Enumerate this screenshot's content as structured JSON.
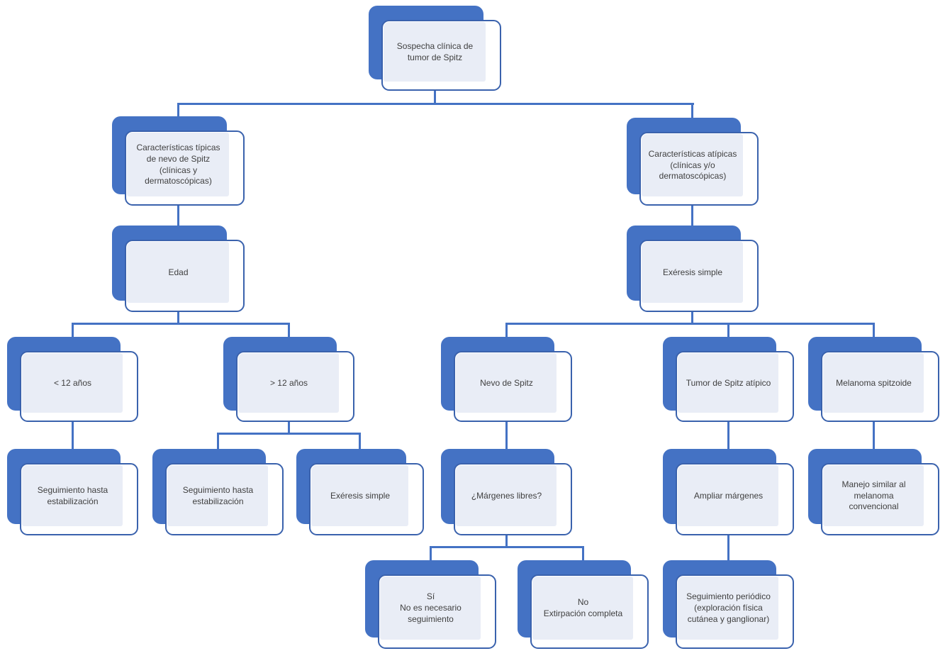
{
  "diagram": {
    "type": "flowchart",
    "language": "es",
    "colors": {
      "node_back": "#4472C4",
      "node_border": "#3A62AD",
      "node_fill": "#E9EDF6",
      "connector": "#4472C4",
      "text": "#3F3F3F",
      "background": "#FFFFFF"
    },
    "nodes": [
      {
        "id": "sospecha",
        "label": "Sospecha clínica de\ntumor de Spitz"
      },
      {
        "id": "tipicas",
        "label": "Características típicas\nde nevo de Spitz\n(clínicas y\ndermatoscópicas)"
      },
      {
        "id": "atipicas",
        "label": "Características atípicas\n(clínicas y/o\ndermatoscópicas)"
      },
      {
        "id": "edad",
        "label": "Edad"
      },
      {
        "id": "exeresis_simple_1",
        "label": "Exéresis simple"
      },
      {
        "id": "menor_12",
        "label": "< 12 años"
      },
      {
        "id": "mayor_12",
        "label": "> 12 años"
      },
      {
        "id": "nevo_spitz",
        "label": "Nevo de Spitz"
      },
      {
        "id": "tumor_spitz_atipico",
        "label": "Tumor de Spitz atípico"
      },
      {
        "id": "melanoma_spitzoide",
        "label": "Melanoma spitzoide"
      },
      {
        "id": "seguimiento_1",
        "label": "Seguimiento hasta\nestabilización"
      },
      {
        "id": "seguimiento_2",
        "label": "Seguimiento hasta\nestabilización"
      },
      {
        "id": "exeresis_simple_2",
        "label": "Exéresis simple"
      },
      {
        "id": "margenes_libres",
        "label": "¿Márgenes libres?"
      },
      {
        "id": "ampliar_margenes",
        "label": "Ampliar márgenes"
      },
      {
        "id": "manejo_melanoma",
        "label": "Manejo similar al\nmelanoma\nconvencional"
      },
      {
        "id": "si",
        "label": "Sí\nNo es necesario\nseguimiento"
      },
      {
        "id": "no",
        "label": "No\nExtirpación completa"
      },
      {
        "id": "seguimiento_periodico",
        "label": "Seguimiento periódico\n(exploración física\ncutánea y ganglionar)"
      }
    ],
    "edges": [
      {
        "from": "sospecha",
        "to": "tipicas"
      },
      {
        "from": "sospecha",
        "to": "atipicas"
      },
      {
        "from": "tipicas",
        "to": "edad"
      },
      {
        "from": "edad",
        "to": "menor_12"
      },
      {
        "from": "edad",
        "to": "mayor_12"
      },
      {
        "from": "menor_12",
        "to": "seguimiento_1"
      },
      {
        "from": "mayor_12",
        "to": "seguimiento_2"
      },
      {
        "from": "mayor_12",
        "to": "exeresis_simple_2"
      },
      {
        "from": "atipicas",
        "to": "exeresis_simple_1"
      },
      {
        "from": "exeresis_simple_1",
        "to": "nevo_spitz"
      },
      {
        "from": "exeresis_simple_1",
        "to": "tumor_spitz_atipico"
      },
      {
        "from": "exeresis_simple_1",
        "to": "melanoma_spitzoide"
      },
      {
        "from": "nevo_spitz",
        "to": "margenes_libres"
      },
      {
        "from": "margenes_libres",
        "to": "si"
      },
      {
        "from": "margenes_libres",
        "to": "no"
      },
      {
        "from": "tumor_spitz_atipico",
        "to": "ampliar_margenes"
      },
      {
        "from": "ampliar_margenes",
        "to": "seguimiento_periodico"
      },
      {
        "from": "melanoma_spitzoide",
        "to": "manejo_melanoma"
      }
    ]
  }
}
